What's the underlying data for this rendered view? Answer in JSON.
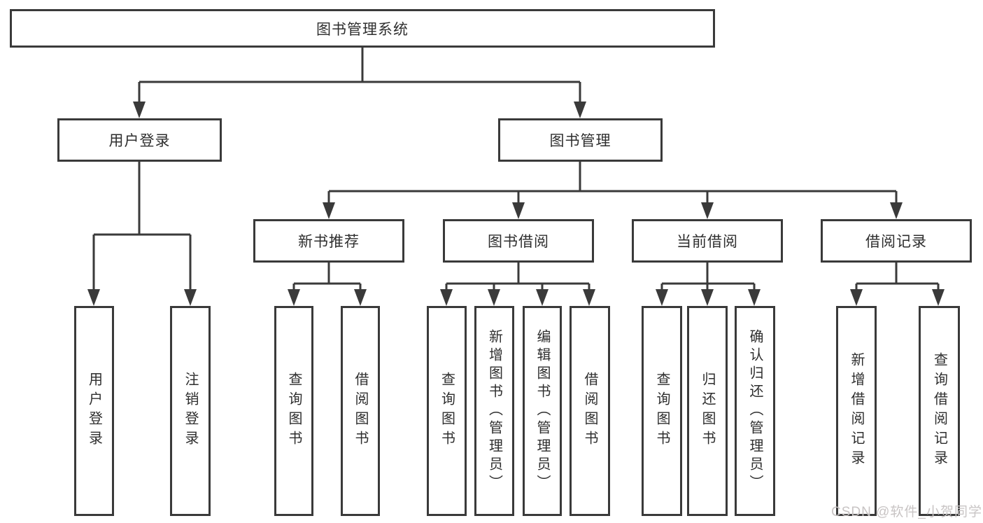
{
  "tree": {
    "root": {
      "label": "图书管理系统",
      "children": [
        {
          "label": "用户登录",
          "children": [
            {
              "label": "用户登录"
            },
            {
              "label": "注销登录"
            }
          ]
        },
        {
          "label": "图书管理",
          "children": [
            {
              "label": "新书推荐",
              "children": [
                {
                  "label": "查询图书"
                },
                {
                  "label": "借阅图书"
                }
              ]
            },
            {
              "label": "图书借阅",
              "children": [
                {
                  "label": "查询图书"
                },
                {
                  "label": "新增图书（管理员）"
                },
                {
                  "label": "编辑图书（管理员）"
                },
                {
                  "label": "借阅图书"
                }
              ]
            },
            {
              "label": "当前借阅",
              "children": [
                {
                  "label": "查询图书"
                },
                {
                  "label": "归还图书"
                },
                {
                  "label": "确认归还（管理员）"
                }
              ]
            },
            {
              "label": "借阅记录",
              "children": [
                {
                  "label": "新增借阅记录"
                },
                {
                  "label": "查询借阅记录"
                }
              ]
            }
          ]
        }
      ]
    }
  },
  "watermark": {
    "text": "CSDN @软件_小贺同学"
  },
  "colors": {
    "line": "#3a3a3a",
    "text": "#2e2e2e",
    "watermark_text": "#c8c4c4",
    "background": "#ffffff"
  }
}
